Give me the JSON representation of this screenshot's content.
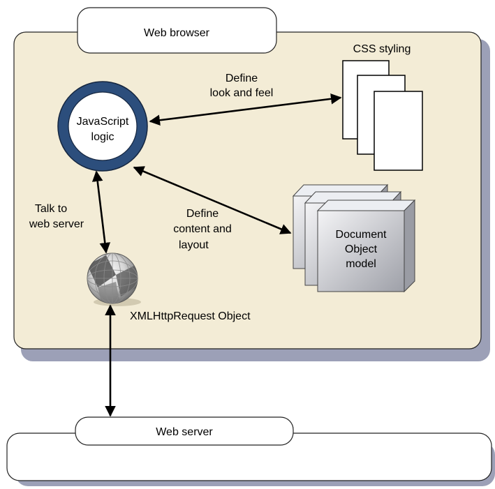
{
  "browser": {
    "title": "Web browser"
  },
  "javascript": {
    "line1": "JavaScript",
    "line2": "logic"
  },
  "css": {
    "label": "CSS styling"
  },
  "dom": {
    "line1": "Document",
    "line2": "Object",
    "line3": "model"
  },
  "xhr": {
    "label": "XMLHttpRequest Object"
  },
  "server": {
    "title": "Web server"
  },
  "arrows": {
    "look_feel_line1": "Define",
    "look_feel_line2": "look and feel",
    "content_line1": "Define",
    "content_line2": "content and",
    "content_line3": "layout",
    "talk_line1": "Talk to",
    "talk_line2": "web server"
  },
  "colors": {
    "browser_fill": "#f3ecd6",
    "shadow": "#9ca0b7",
    "ring": "#2c4e7c",
    "dom_face": "#d0d2d8",
    "dom_side": "#9a9ca4"
  }
}
